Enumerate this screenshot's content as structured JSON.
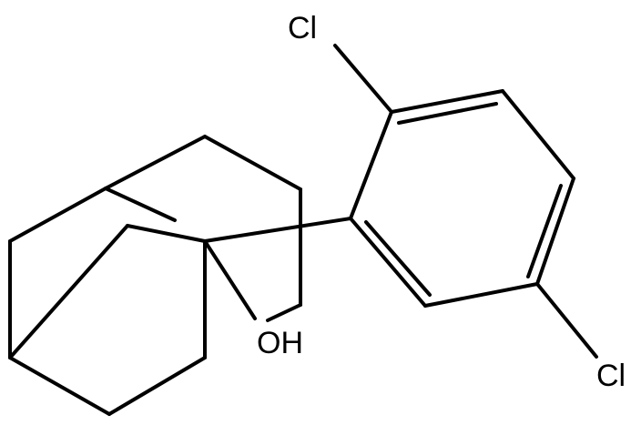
{
  "molecule": {
    "atom_labels": {
      "chlorine_top": "Cl",
      "chlorine_bottom": "Cl",
      "hydroxyl": "OH"
    },
    "colors": {
      "bond": "#000000",
      "label": "#000000",
      "background": "#ffffff"
    }
  }
}
